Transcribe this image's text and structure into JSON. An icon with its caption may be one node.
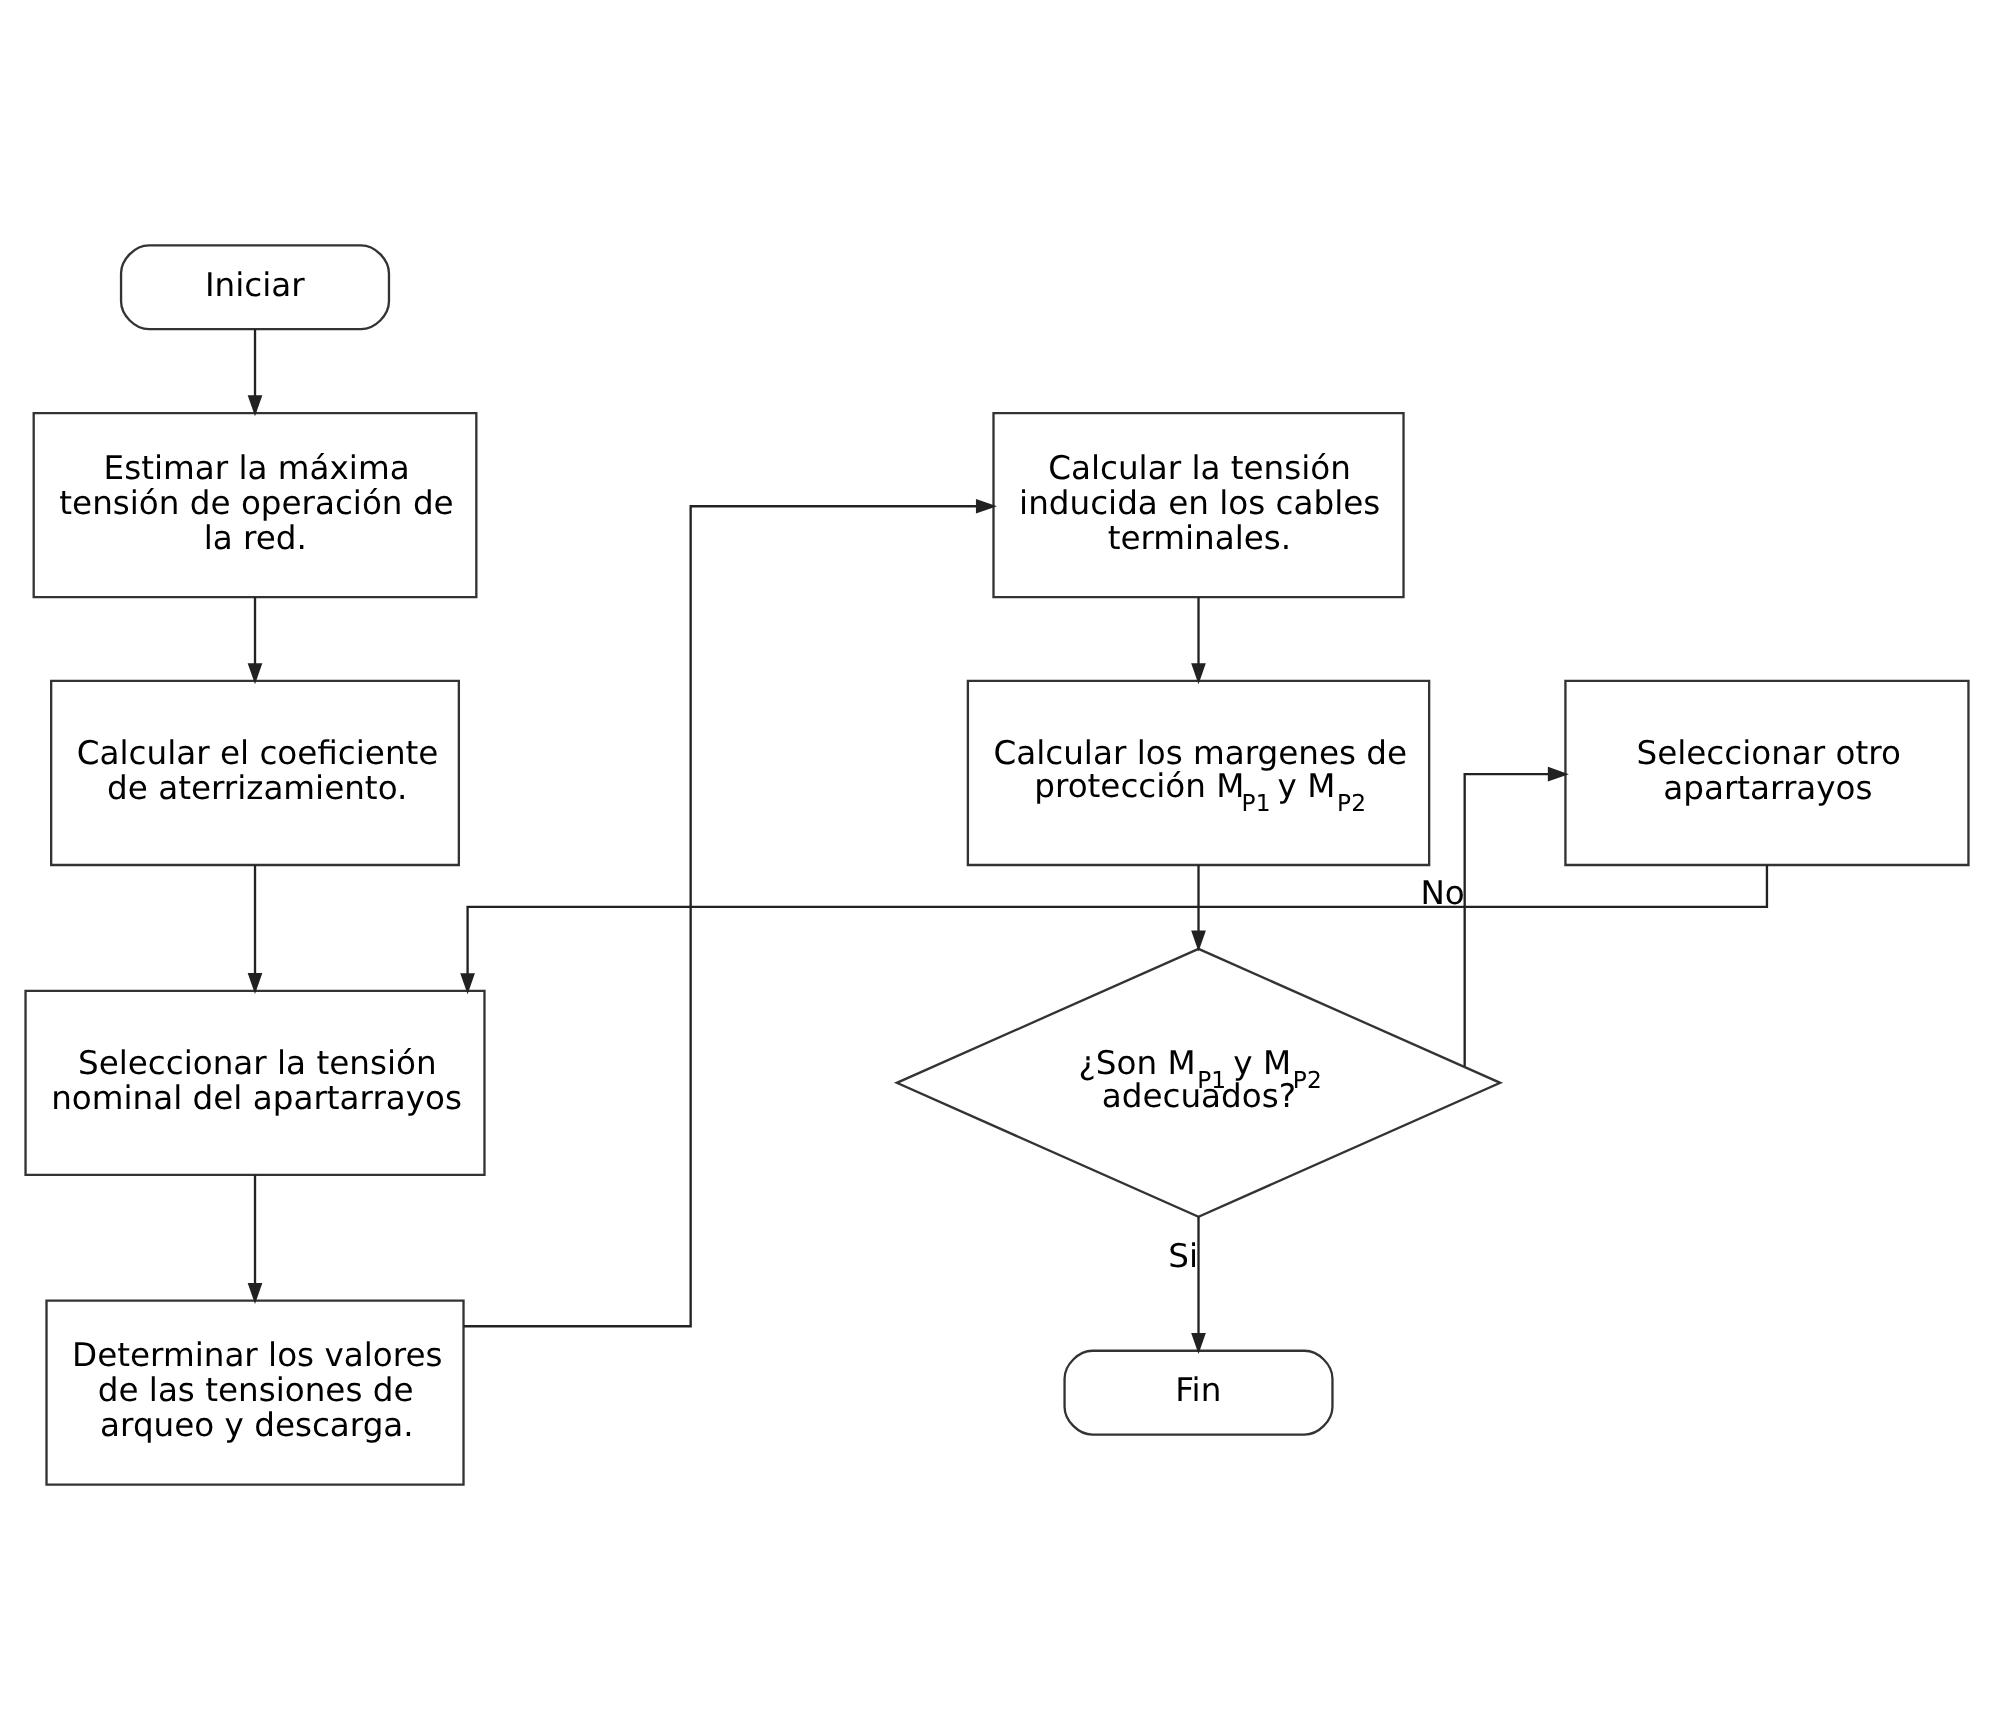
{
  "diagram": {
    "nodes": [
      {
        "text": [
          "Iniciar"
        ]
      },
      {
        "text": [
          "Estimar la máxima tensión de operación de la red."
        ]
      },
      {
        "text": [
          "Calcular el coeficiente de aterrizamiento."
        ]
      },
      {
        "text": [
          "Seleccionar la tensión nominal del apartarrayos"
        ]
      },
      {
        "text": [
          "Determinar los valores de las tensiones de arqueo y descarga."
        ]
      },
      {
        "text": [
          "Calcular la tensión inducida en los cables terminales."
        ]
      },
      {
        "text": [
          "Calcular los margenes de protección M$_{P1}$ y M$_{P2}$"
        ]
      },
      {
        "text": [
          "¿Son M$_{P1}$ y M$_{P2}$ adecuados?"
        ]
      },
      {
        "text": [
          "Seleccionar otro apartarrayos"
        ]
      },
      {
        "text": [
          "Fin"
        ]
      }
    ],
    "edges": [
      {
        "from": 0,
        "to": 1,
        "arrow": "to"
      },
      {
        "from": 1,
        "to": 2,
        "arrow": "to"
      },
      {
        "from": 2,
        "to": 3,
        "arrow": "to"
      },
      {
        "from": 3,
        "to": 4,
        "arrow": "to"
      },
      {
        "from": 4,
        "to": 5,
        "arrow": "to"
      },
      {
        "from": 5,
        "to": 6,
        "arrow": "to"
      },
      {
        "from": 6,
        "to": 7,
        "arrow": "to"
      },
      {
        "from": 7,
        "to": 8,
        "arrow": "to",
        "label": "No"
      },
      {
        "from": 8,
        "to": 3,
        "arrow": "to"
      },
      {
        "from": 7,
        "to": 9,
        "arrow": "to",
        "label": "Si"
      }
    ]
  }
}
